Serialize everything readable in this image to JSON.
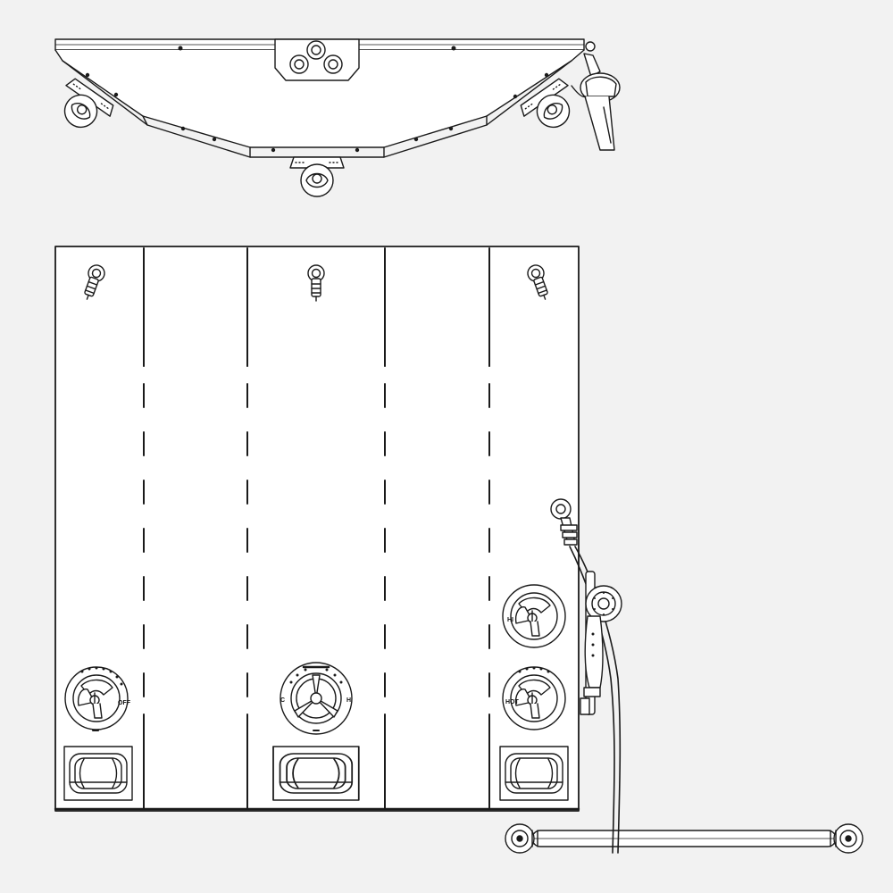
{
  "drawing": {
    "line_color": "#1a1a1a",
    "fill_color": "#ffffff",
    "background_color": "#f2f2f2"
  },
  "plan_view": {
    "shower_heads": 3,
    "icons": [
      "shower-head-icon",
      "hand-shower-icon",
      "control-panel-icon"
    ]
  },
  "elevation_view": {
    "panels": 5,
    "valve_labels": {
      "left_off": "OFF",
      "center_left": "C",
      "center_right": "H",
      "right_upper_hi": "HI",
      "right_lower_hot": "HOT"
    },
    "icons": [
      "shower-arm-icon",
      "valve-knob-icon",
      "soap-niche-icon",
      "grab-bar-icon",
      "hand-shower-icon"
    ]
  }
}
